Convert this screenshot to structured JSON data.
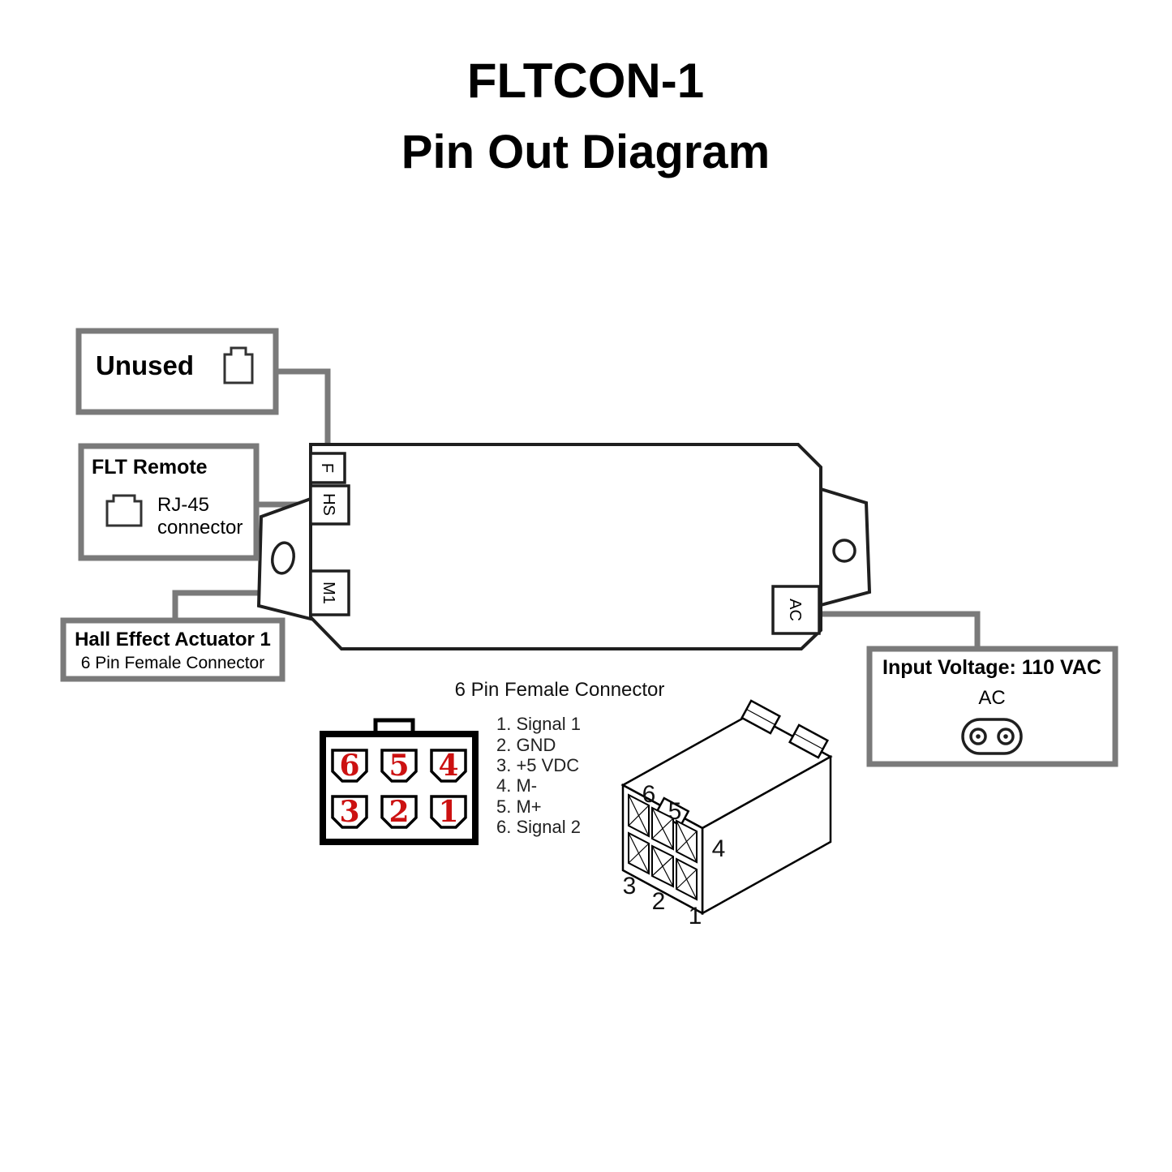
{
  "title": {
    "line1": "FLTCON-1",
    "line2": "Pin Out Diagram"
  },
  "unused_box": {
    "label": "Unused"
  },
  "flt_remote_box": {
    "title": "FLT Remote",
    "line1": "RJ-45",
    "line2": "connector"
  },
  "hall_box": {
    "title": "Hall Effect Actuator 1",
    "subtitle": "6 Pin Female Connector"
  },
  "input_box": {
    "title": "Input Voltage: 110 VAC",
    "subtitle": "AC"
  },
  "device": {
    "port_f": "F",
    "port_hs": "HS",
    "port_m1": "M1",
    "port_ac": "AC"
  },
  "connector_front": {
    "caption": "6 Pin Female Connector",
    "pins_top": [
      "6",
      "5",
      "4"
    ],
    "pins_bottom": [
      "3",
      "2",
      "1"
    ]
  },
  "pinout": {
    "items": [
      "1. Signal 1",
      "2. GND",
      "3. +5 VDC",
      "4. M-",
      "5. M+",
      "6. Signal 2"
    ]
  },
  "connector_iso": {
    "labels": [
      "6",
      "5",
      "4",
      "3",
      "2",
      "1"
    ]
  },
  "colors": {
    "pin_number_red": "#cc1111",
    "box_border_gray": "#7a7a7a",
    "outline_black": "#1f1f1f",
    "background": "#ffffff"
  }
}
